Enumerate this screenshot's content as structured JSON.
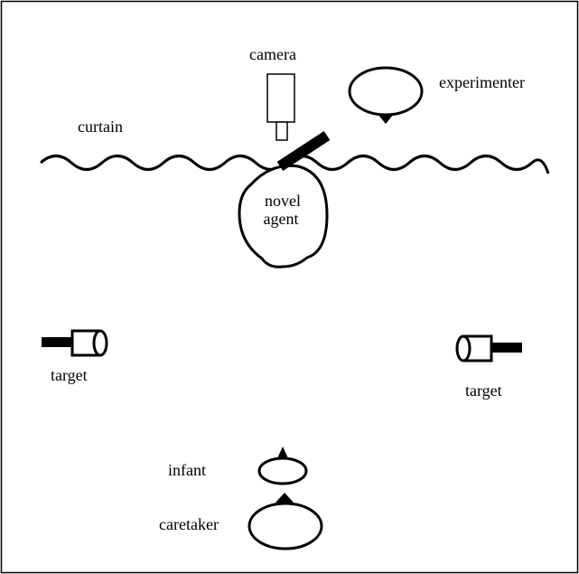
{
  "labels": {
    "camera": "camera",
    "experimenter": "experimenter",
    "curtain": "curtain",
    "novel_agent_line1": "novel",
    "novel_agent_line2": "agent",
    "target_left": "target",
    "target_right": "target",
    "infant": "infant",
    "caretaker": "caretaker"
  },
  "colors": {
    "ink": "#000000",
    "background": "#ffffff"
  }
}
